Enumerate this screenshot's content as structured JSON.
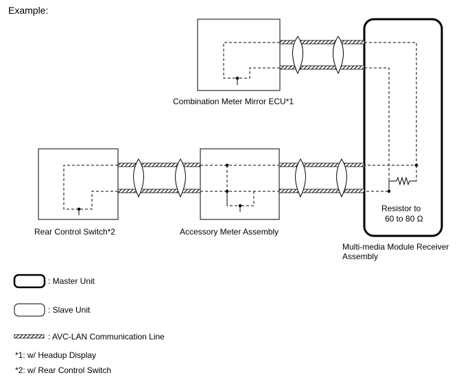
{
  "title": "Example:",
  "units": {
    "combination_meter": "Combination Meter Mirror ECU*1",
    "rear_switch": "Rear Control Switch*2",
    "accessory_meter": "Accessory Meter Assembly",
    "receiver_line1": "Multi-media Module Receiver",
    "receiver_line2": "Assembly"
  },
  "resistor": {
    "line1": "Resistor to",
    "line2": "60 to 80 Ω"
  },
  "legend": {
    "master": ": Master Unit",
    "slave": ": Slave Unit",
    "line": ": AVC-LAN Communication Line"
  },
  "notes": {
    "note1": "*1: w/ Headup Display",
    "note2": "*2: w/ Rear Control Switch"
  }
}
